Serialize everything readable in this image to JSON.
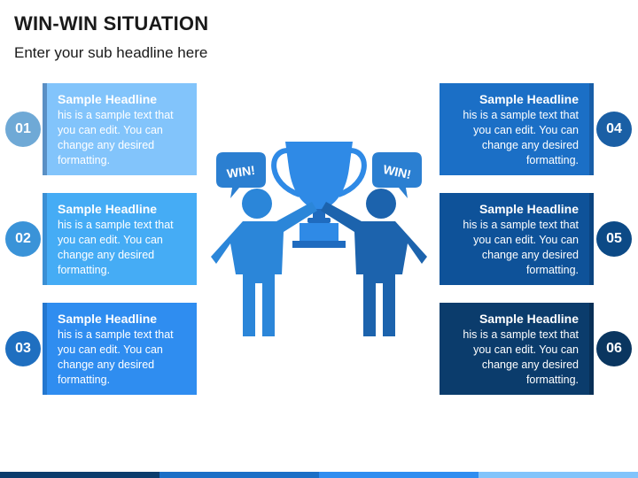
{
  "title": "WIN-WIN SITUATION",
  "subtitle": "Enter your sub headline here",
  "items": [
    {
      "number": "01",
      "headline": "Sample Headline",
      "text": "his is a sample text that you can edit. You can change any desired formatting.",
      "color": "#82c4fb",
      "bar": "#5a8fc4",
      "circle": "#6fa9d6"
    },
    {
      "number": "02",
      "headline": "Sample Headline",
      "text": "his is a sample text that you can edit. You can change any desired formatting.",
      "color": "#45acf5",
      "bar": "#3b8fd4",
      "circle": "#3a93d8"
    },
    {
      "number": "03",
      "headline": "Sample Headline",
      "text": "his is a sample text that you can edit. You can change any desired formatting.",
      "color": "#2f8df0",
      "bar": "#2477cf",
      "circle": "#1f6fc0"
    },
    {
      "number": "04",
      "headline": "Sample Headline",
      "text": "his is a sample text that you can edit. You can change any desired formatting.",
      "color": "#1b6fc6",
      "bar": "#185ea8",
      "circle": "#1a5fa5"
    },
    {
      "number": "05",
      "headline": "Sample Headline",
      "text": "his is a sample text that you can edit. You can change any desired formatting.",
      "color": "#0e5299",
      "bar": "#0b4480",
      "circle": "#0c4a86"
    },
    {
      "number": "06",
      "headline": "Sample Headline",
      "text": "his is a sample text that you can edit. You can change any desired formatting.",
      "color": "#0b3c6c",
      "bar": "#082f56",
      "circle": "#0a3660"
    }
  ],
  "speech_left": "WIN!",
  "speech_right": "WIN!",
  "colors": {
    "figure_left": "#2b86d9",
    "figure_right": "#1c63ad",
    "trophy": "#2f8ae6",
    "trophy_dark": "#1f6bbf",
    "bubble": "#2b7fd1"
  },
  "footer_colors": [
    "#0b3c6c",
    "#1b6fc6",
    "#2f8df0",
    "#82c4fb"
  ]
}
